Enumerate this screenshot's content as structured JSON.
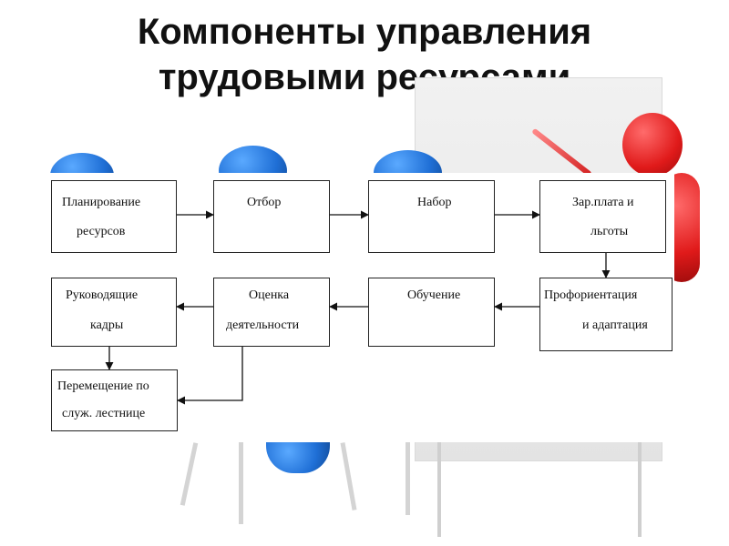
{
  "slide": {
    "title_line1": "Компоненты управления",
    "title_line2": "трудовыми ресурсами"
  },
  "diagram": {
    "planning": {
      "line1": "Планирование",
      "line2": "ресурсов"
    },
    "selection": {
      "line1": "Отбор"
    },
    "recruitment": {
      "line1": "Набор"
    },
    "compensation": {
      "line1": "Зар.плата и",
      "line2": "льготы"
    },
    "orientation": {
      "line1": "Профориентация",
      "line2": "и адаптация"
    },
    "training": {
      "line1": "Обучение"
    },
    "evaluation": {
      "line1": "Оценка",
      "line2": "деятельности"
    },
    "leaders": {
      "line1": "Руководящие",
      "line2": "кадры"
    },
    "promotion": {
      "line1": "Перемещение по",
      "line2": "служ. лестнице"
    }
  },
  "colors": {
    "figure_blue": "#1f6fd6",
    "figure_red": "#e01a1a",
    "box_border": "#222222"
  }
}
